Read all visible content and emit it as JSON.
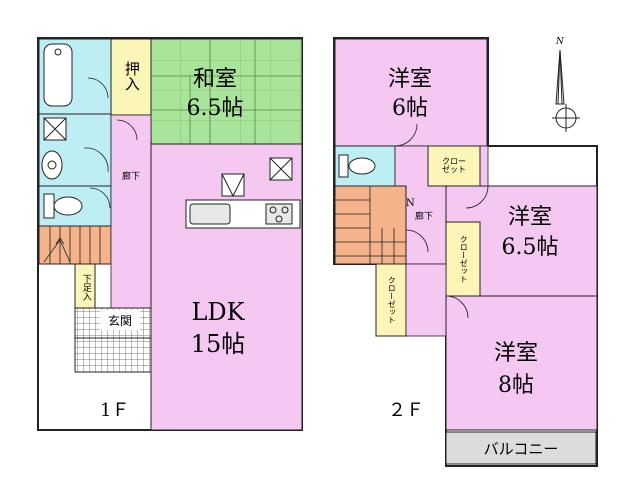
{
  "floor1": {
    "label": "1Ｆ",
    "washitsu": {
      "name": "和室",
      "size": "6.5帖"
    },
    "oshiire": "押入",
    "ldk": {
      "name": "LDK",
      "size": "15帖"
    },
    "hallway": "廊下",
    "stairs_up": "UP",
    "shoe_storage": "下足入",
    "entrance": "玄関"
  },
  "floor2": {
    "label": "２Ｆ",
    "room_top": {
      "name": "洋室",
      "size": "6帖"
    },
    "room_right": {
      "name": "洋室",
      "size": "6.5帖"
    },
    "room_bottom": {
      "name": "洋室",
      "size": "8帖"
    },
    "closet": "クローゼット",
    "closet_small": "クロー\nゼット",
    "stairs_down": "DN",
    "hallway": "廊下",
    "balcony": "バルコニー"
  },
  "compass": {
    "north": "N",
    "icon": "compass-icon"
  },
  "colors": {
    "wet_area": "#bdeef4",
    "washitsu": "#a8e49a",
    "room": "#f5c8f2",
    "oshiire": "#fbf6b8",
    "stairs": "#f4b38a",
    "balcony": "#dcdcdc",
    "wall": "#222222",
    "grid_floor": "#888888"
  }
}
